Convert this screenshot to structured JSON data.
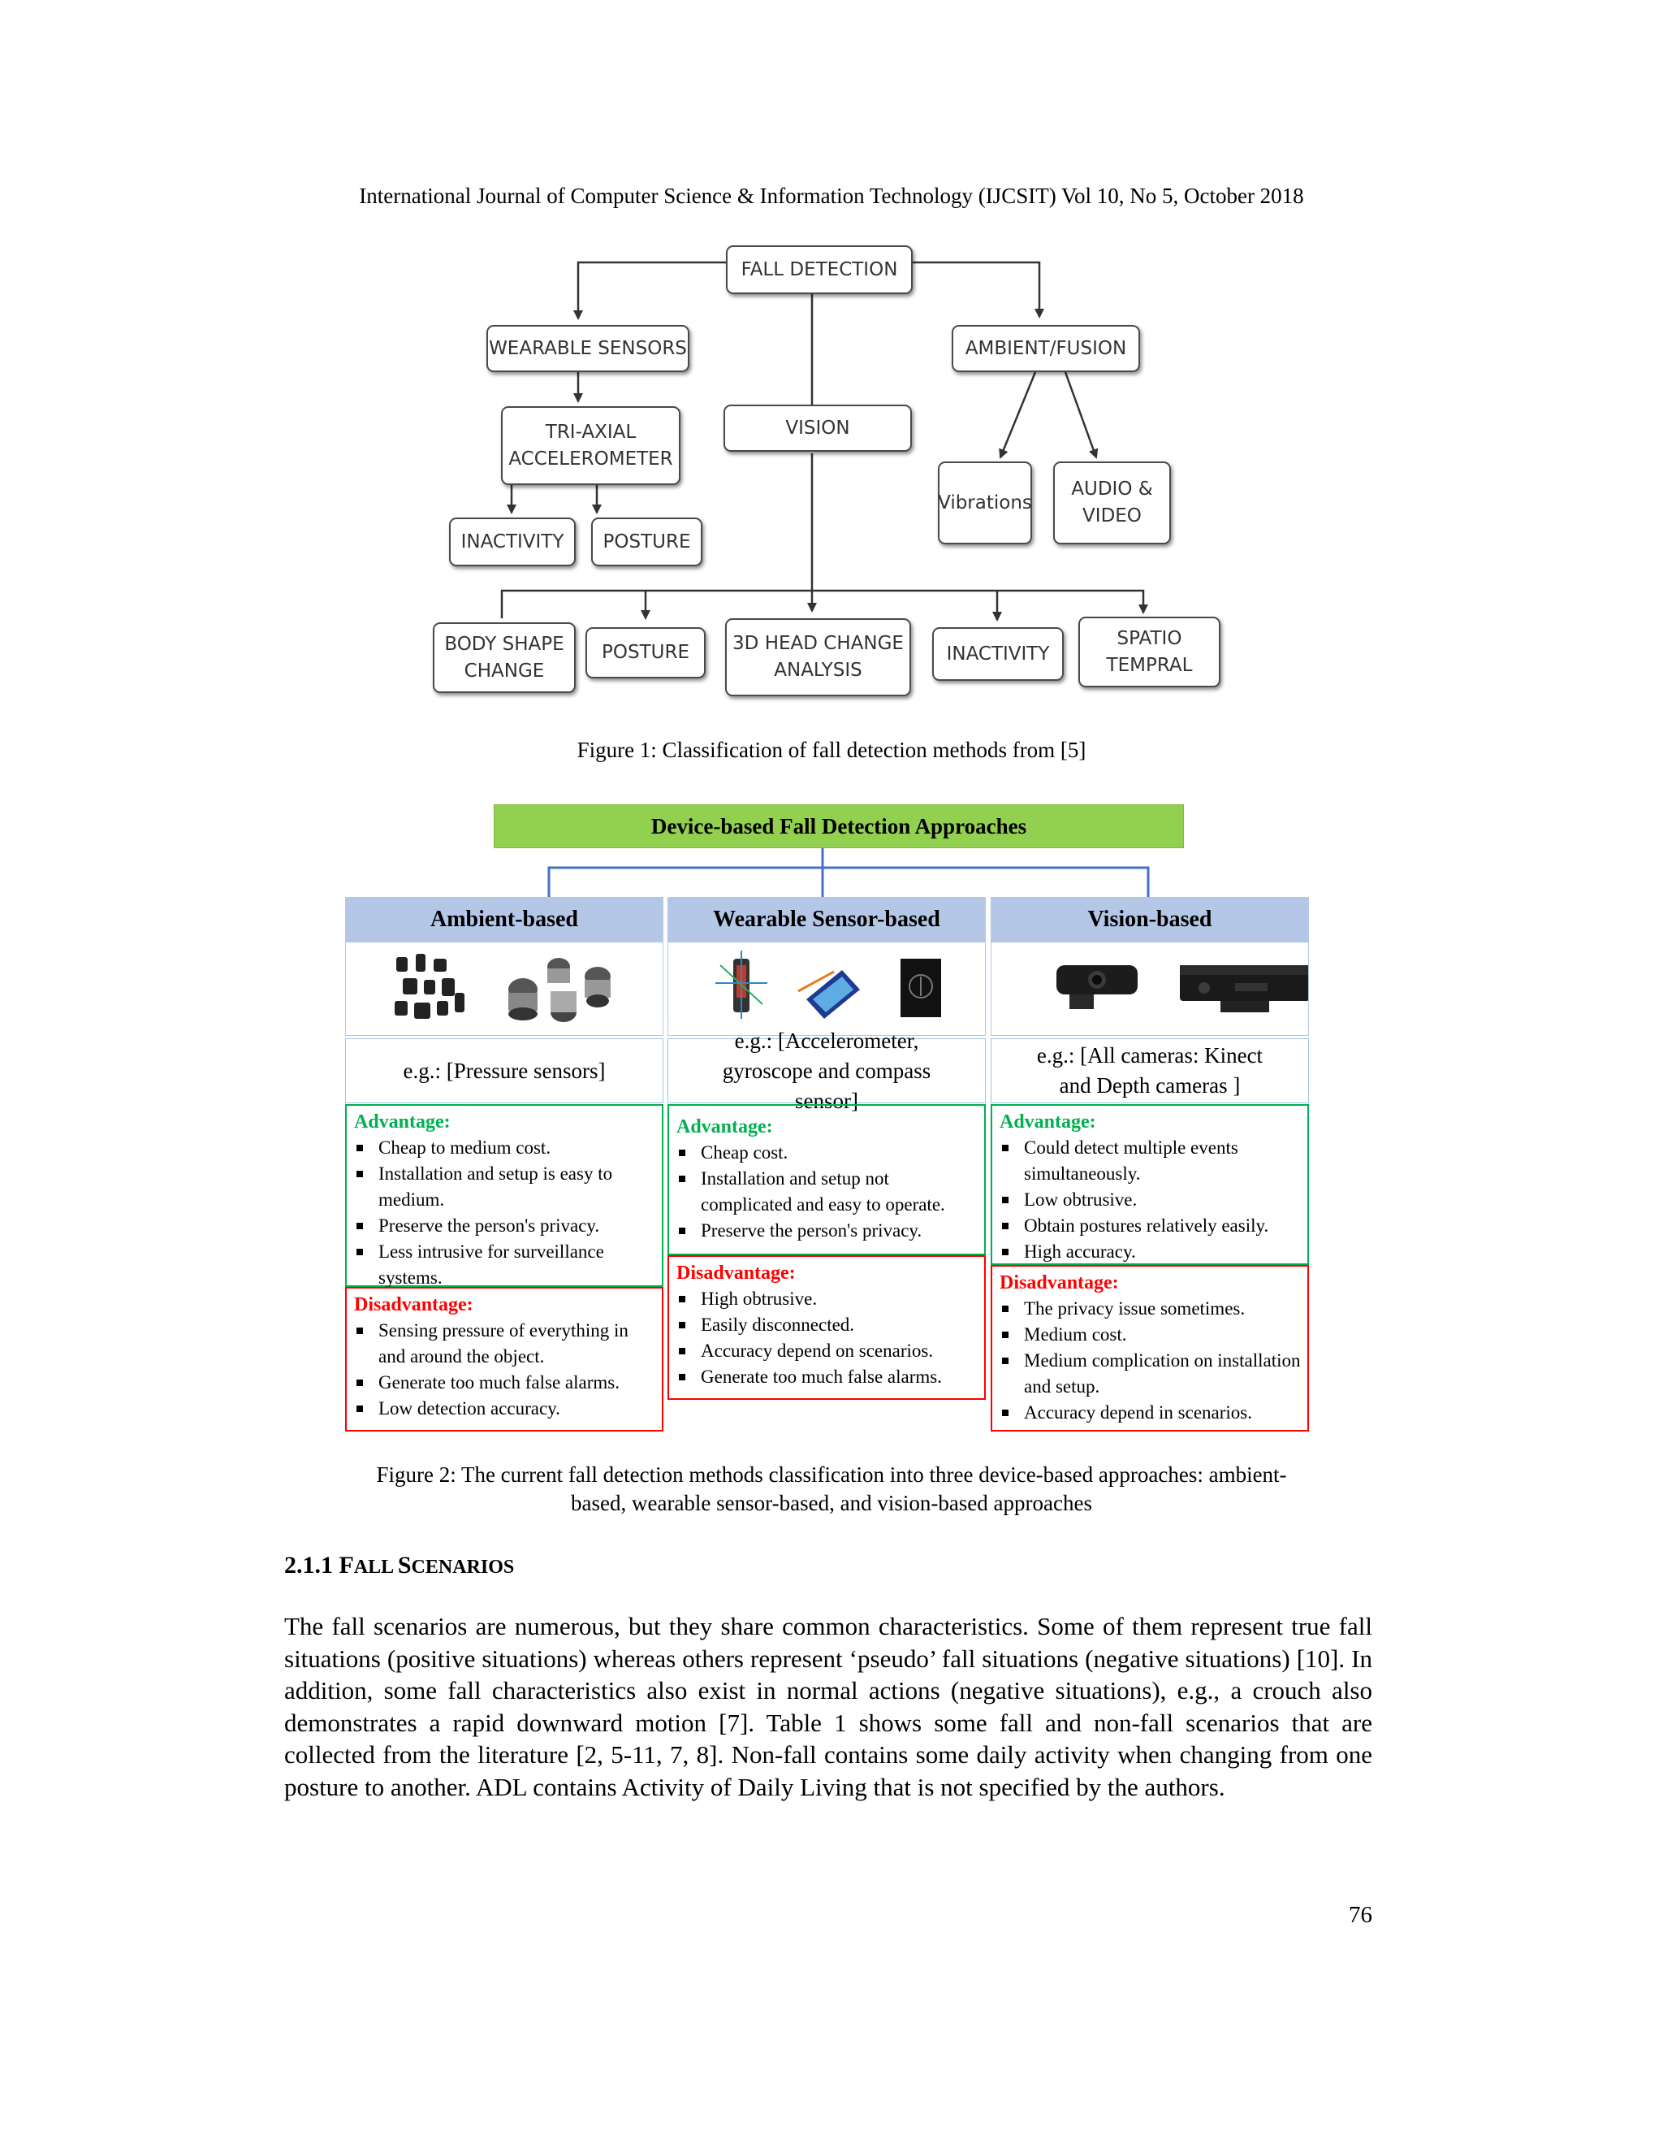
{
  "running_head": "International Journal of Computer Science & Information Technology (IJCSIT) Vol 10, No 5, October 2018",
  "figure1": {
    "root": "FALL DETECTION",
    "wearable": "WEARABLE SENSORS",
    "vision": "VISION",
    "ambient": "AMBIENT/FUSION",
    "triaxial": "TRI-AXIAL\nACCELEROMETER",
    "inactivity_w": "INACTIVITY",
    "posture_w": "POSTURE",
    "vibrations": "Vibrations",
    "audio_video": "AUDIO &\nVIDEO",
    "body_shape": "BODY SHAPE\nCHANGE",
    "posture_v": "POSTURE",
    "head_change": "3D HEAD CHANGE\nANALYSIS",
    "inactivity_v": "INACTIVITY",
    "spatio": "SPATIO\nTEMPRAL",
    "caption": "Figure 1: Classification of fall detection methods from [5]"
  },
  "figure2": {
    "banner": "Device-based Fall Detection Approaches",
    "columns": [
      {
        "title": "Ambient-based",
        "example": "e.g.: [Pressure sensors]",
        "advantage_label": "Advantage:",
        "advantages": [
          "Cheap to medium cost.",
          "Installation and setup is easy to medium.",
          "Preserve the person's privacy.",
          "Less intrusive for surveillance systems."
        ],
        "disadvantage_label": "Disadvantage:",
        "disadvantages": [
          "Sensing pressure of everything  in and around the object.",
          "Generate too much false alarms.",
          "Low detection accuracy."
        ]
      },
      {
        "title": "Wearable Sensor-based",
        "example": "e.g.: [Accelerometer, gyroscope and compass sensor]",
        "advantage_label": "Advantage:",
        "advantages": [
          "Cheap cost.",
          "Installation and setup not complicated and easy to operate.",
          "Preserve the person's privacy."
        ],
        "disadvantage_label": "Disadvantage:",
        "disadvantages": [
          "High obtrusive.",
          "Easily disconnected.",
          "Accuracy depend on scenarios.",
          "Generate too much false alarms."
        ]
      },
      {
        "title": "Vision-based",
        "example": "e.g.: [All cameras: Kinect and Depth cameras ]",
        "advantage_label": "Advantage:",
        "advantages": [
          "Could detect multiple events simultaneously.",
          "Low obtrusive.",
          "Obtain postures relatively easily.",
          "High accuracy."
        ],
        "disadvantage_label": "Disadvantage:",
        "disadvantages": [
          "The privacy issue sometimes.",
          "Medium cost.",
          "Medium complication on installation and setup.",
          "Accuracy depend in scenarios."
        ]
      }
    ],
    "caption_line1": "Figure 2: The current fall detection methods classification into three device-based approaches: ambient-",
    "caption_line2": "based, wearable sensor-based, and vision-based approaches"
  },
  "section": {
    "number": "2.1.1 ",
    "title_first_f": "F",
    "title_rest1": "ALL ",
    "title_first_s": "S",
    "title_rest2": "CENARIOS"
  },
  "body": "The fall scenarios are numerous, but they share common characteristics. Some of them represent true fall situations (positive situations) whereas others represent ‘pseudo’ fall situations (negative situations) [10]. In addition, some fall characteristics also exist in normal actions (negative situations), e.g., a crouch also demonstrates a rapid downward motion [7]. Table 1 shows some fall and non-fall scenarios that are collected from the literature [2, 5-11, 7, 8]. Non-fall contains some daily activity when changing from one posture to another. ADL contains Activity of Daily Living that is not specified by the authors.",
  "page_number": "76"
}
